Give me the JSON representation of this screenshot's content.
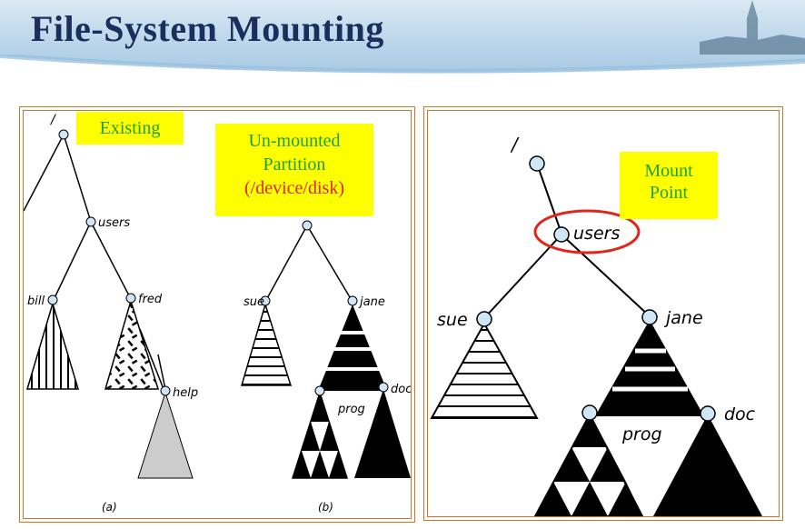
{
  "slide": {
    "title": "File-System Mounting"
  },
  "left_panel": {
    "callout_existing": "Existing",
    "callout_unmounted_line1": "Un-mounted",
    "callout_unmounted_line2": "Partition",
    "callout_unmounted_line3": "(/device/disk)",
    "tree_a": {
      "root": "/",
      "users": "users",
      "bill": "bill",
      "fred": "fred",
      "help": "help",
      "caption": "(a)"
    },
    "tree_b": {
      "sue": "sue",
      "jane": "jane",
      "prog": "prog",
      "doc": "doc",
      "caption": "(b)"
    }
  },
  "right_panel": {
    "callout_line1": "Mount",
    "callout_line2": "Point",
    "tree": {
      "root": "/",
      "users": "users",
      "sue": "sue",
      "jane": "jane",
      "prog": "prog",
      "doc": "doc"
    }
  },
  "colors": {
    "title": "#1a2f5e",
    "panel_border": "#c9772a",
    "callout_bg": "#ffff00",
    "callout_green": "#1fa02c",
    "callout_red": "#e0261a",
    "node_fill": "#cfe6f7",
    "highlight_ellipse": "#e0261a"
  }
}
